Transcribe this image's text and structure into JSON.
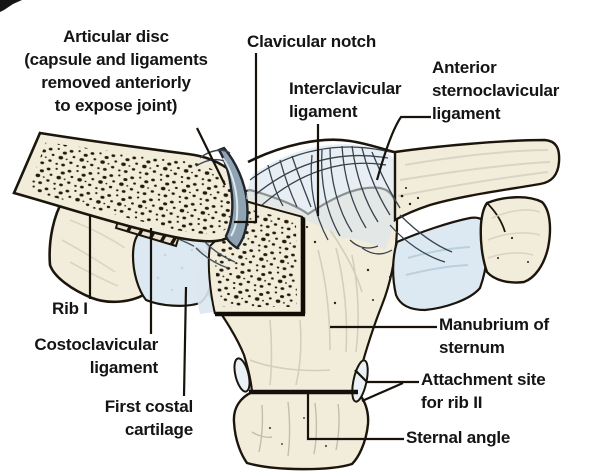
{
  "figure": {
    "description": "Sternoclavicular joint anatomy diagram",
    "colors": {
      "background": "#ffffff",
      "bone": "#f2ecda",
      "cartilage": "#dce9f2",
      "ligament_wash": "#d9e4ed",
      "disc": "#8fa3b3",
      "outline": "#1b150c",
      "text": "#141414"
    },
    "labels": {
      "articular_disc": {
        "lines": [
          "Articular disc",
          "(capsule and ligaments",
          "removed anteriorly",
          "to expose joint)"
        ]
      },
      "clavicular_notch": {
        "text": "Clavicular notch"
      },
      "interclavicular_ligament": {
        "lines": [
          "Interclavicular",
          "ligament"
        ]
      },
      "anterior_sternoclavicular_ligament": {
        "lines": [
          "Anterior",
          "sternoclavicular",
          "ligament"
        ]
      },
      "rib_i": {
        "text": "Rib I"
      },
      "costoclavicular_ligament": {
        "lines": [
          "Costoclavicular",
          "ligament"
        ]
      },
      "first_costal_cartilage": {
        "lines": [
          "First costal",
          "cartilage"
        ]
      },
      "manubrium_of_sternum": {
        "lines": [
          "Manubrium of",
          "sternum"
        ]
      },
      "attachment_site_rib_ii": {
        "lines": [
          "Attachment site",
          "for rib II"
        ]
      },
      "sternal_angle": {
        "text": "Sternal angle"
      }
    }
  }
}
